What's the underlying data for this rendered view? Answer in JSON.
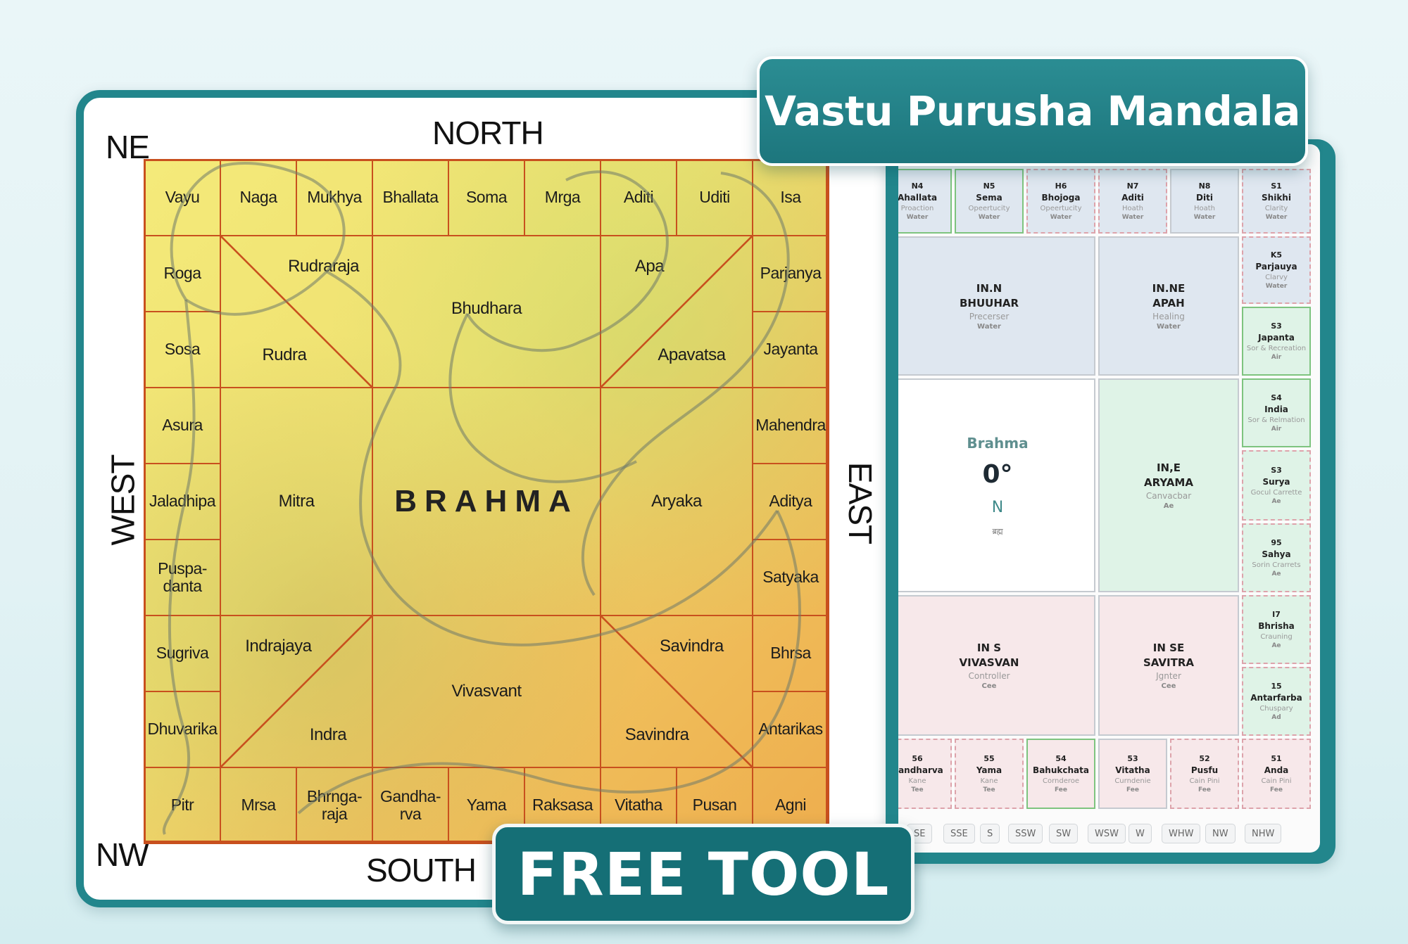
{
  "title": "Vastu Purusha Mandala",
  "badge": "FREE TOOL",
  "directions": {
    "ne": "NE",
    "north": "NORTH",
    "west": "WEST",
    "east": "EAST",
    "nw": "NW",
    "south": "SOUTH"
  },
  "mandala": {
    "top_row": [
      "Vayu",
      "Naga",
      "Mukhya",
      "Bhallata",
      "Soma",
      "Mrga",
      "Aditi",
      "Uditi",
      "Isa"
    ],
    "left_column": [
      "Roga",
      "Sosa",
      "Asura",
      "Jaladhipa",
      "Puspa-\ndanta",
      "Sugriva",
      "Dhuvarika"
    ],
    "right_column": [
      "Parjanya",
      "Jayanta",
      "Mahendra",
      "Aditya",
      "Satyaka",
      "Bhrsa",
      "Antarikas"
    ],
    "bottom_row": [
      "Pitr",
      "Mrsa",
      "Bhrnga-\nraja",
      "Gandha-\nrva",
      "Yama",
      "Raksasa",
      "Vitatha",
      "Pusan",
      "Agni"
    ],
    "inner": {
      "top_left": [
        "Rudraraja",
        "Rudra"
      ],
      "top_middle": "Bhudhara",
      "top_right": [
        "Apa",
        "Apavatsa"
      ],
      "middle_left": "Mitra",
      "center": "BRAHMA",
      "middle_right": "Aryaka",
      "bottom_left": [
        "Indrajaya",
        "Indra"
      ],
      "bottom_middle": "Vivasvant",
      "bottom_right": [
        "Savindra",
        "Savindra"
      ]
    },
    "colors": {
      "line": "#c8501e",
      "yellow": "#f4ea7a",
      "orange": "#eeae4e"
    }
  },
  "panel": {
    "top_row": [
      {
        "code": "N4",
        "name": "Ahallata",
        "role": "Proaction",
        "element": "Water",
        "tone": "blue",
        "border": "green"
      },
      {
        "code": "N5",
        "name": "Sema",
        "role": "Opeertucity",
        "element": "Water",
        "tone": "blue",
        "border": "green"
      },
      {
        "code": "H6",
        "name": "Bhojoga",
        "role": "Opeertucity",
        "element": "Water",
        "tone": "blue",
        "border": "dashed"
      },
      {
        "code": "N7",
        "name": "Aditi",
        "role": "Hoath",
        "element": "Water",
        "tone": "blue",
        "border": "dashed"
      },
      {
        "code": "N8",
        "name": "Diti",
        "role": "Hoath",
        "element": "Water",
        "tone": "blue",
        "border": "gray"
      },
      {
        "code": "S1",
        "name": "Shikhi",
        "role": "Clarity",
        "element": "Water",
        "tone": "blue",
        "border": "dashed"
      }
    ],
    "right_column": [
      {
        "code": "K5",
        "name": "Parjauya",
        "role": "Clarvy",
        "element": "Water",
        "tone": "blue",
        "border": "dashed"
      },
      {
        "code": "S3",
        "name": "Japanta",
        "role": "Sor & Recreation",
        "element": "Air",
        "tone": "green",
        "border": "green"
      },
      {
        "code": "S4",
        "name": "India",
        "role": "Sor & Relmation",
        "element": "Air",
        "tone": "green",
        "border": "green"
      },
      {
        "code": "S3",
        "name": "Surya",
        "role": "Gocul Carrette",
        "element": "Ae",
        "tone": "green",
        "border": "dashed"
      },
      {
        "code": "95",
        "name": "Sahya",
        "role": "Sorin Crarrets",
        "element": "Ae",
        "tone": "green",
        "border": "dashed"
      },
      {
        "code": "I7",
        "name": "Bhrisha",
        "role": "Crauning",
        "element": "Ae",
        "tone": "green",
        "border": "dashed"
      },
      {
        "code": "15",
        "name": "Antarfarba",
        "role": "Chuspary",
        "element": "Ad",
        "tone": "green",
        "border": "dashed"
      }
    ],
    "big_blocks": [
      {
        "code": "IN.N",
        "name": "BHUUHAR",
        "role": "Precerser",
        "element": "Water",
        "tone": "blue"
      },
      {
        "code": "IN.NE",
        "name": "APAH",
        "role": "Healing",
        "element": "Water",
        "tone": "blue"
      },
      {
        "code": "IN,E",
        "name": "ARYAMA",
        "role": "Canvacbar",
        "element": "Ae",
        "tone": "green"
      },
      {
        "code": "IN S",
        "name": "VIVASVAN",
        "role": "Controller",
        "element": "Cee",
        "tone": "pink"
      },
      {
        "code": "IN SE",
        "name": "SAVITRA",
        "role": "Jgnter",
        "element": "Cee",
        "tone": "pink"
      }
    ],
    "brahma": {
      "name": "Brahma",
      "degrees": "0°",
      "direction": "N",
      "script": "ब्रह्म"
    },
    "bottom_row": [
      {
        "code": "56",
        "name": "Gandharva",
        "role": "Kane",
        "element": "Tee",
        "tone": "pink",
        "border": "dashed"
      },
      {
        "code": "55",
        "name": "Yama",
        "role": "Kane",
        "element": "Tee",
        "tone": "pink",
        "border": "dashed"
      },
      {
        "code": "54",
        "name": "Bahukchata",
        "role": "Cornderoe",
        "element": "Fee",
        "tone": "pink",
        "border": "green"
      },
      {
        "code": "53",
        "name": "Vitatha",
        "role": "Curndenie",
        "element": "Fee",
        "tone": "pink",
        "border": "gray"
      },
      {
        "code": "52",
        "name": "Pusfu",
        "role": "Cain Pini",
        "element": "Fee",
        "tone": "pink",
        "border": "dashed"
      },
      {
        "code": "51",
        "name": "Anda",
        "role": "Cain Pini",
        "element": "Fee",
        "tone": "pink",
        "border": "dashed"
      }
    ],
    "direction_buttons": [
      "SE",
      "SSE",
      "S",
      "SSW",
      "SW",
      "WSW",
      "W",
      "WHW",
      "NW",
      "NHW"
    ]
  }
}
